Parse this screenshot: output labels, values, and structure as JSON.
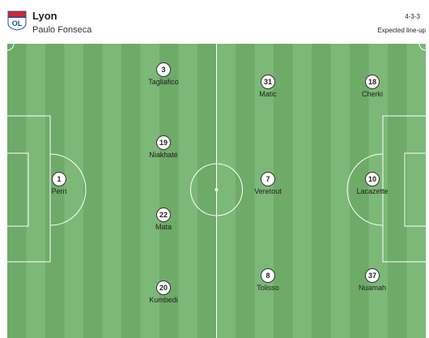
{
  "header": {
    "team_name": "Lyon",
    "coach": "Paulo Fonseca",
    "formation": "4-3-3",
    "lineup_type": "Expected line-up",
    "logo_text": "OL"
  },
  "colors": {
    "pitch_dark": "#6eaa68",
    "pitch_light": "#7cb877",
    "lines": "#ffffff",
    "logo_red": "#d6262e",
    "logo_blue": "#1f4fa0"
  },
  "players": [
    {
      "id": "perri",
      "number": "1",
      "name": "Perri"
    },
    {
      "id": "tagliafico",
      "number": "3",
      "name": "Tagliafico"
    },
    {
      "id": "niakhate",
      "number": "19",
      "name": "Niakhaté"
    },
    {
      "id": "mata",
      "number": "22",
      "name": "Mata"
    },
    {
      "id": "kumbedi",
      "number": "20",
      "name": "Kumbedi"
    },
    {
      "id": "matic",
      "number": "31",
      "name": "Matic"
    },
    {
      "id": "veretout",
      "number": "7",
      "name": "Veretout"
    },
    {
      "id": "tolisso",
      "number": "8",
      "name": "Tolisso"
    },
    {
      "id": "cherki",
      "number": "18",
      "name": "Cherki"
    },
    {
      "id": "lacazette",
      "number": "10",
      "name": "Lacazette"
    },
    {
      "id": "nuamah",
      "number": "37",
      "name": "Nuamah"
    }
  ]
}
